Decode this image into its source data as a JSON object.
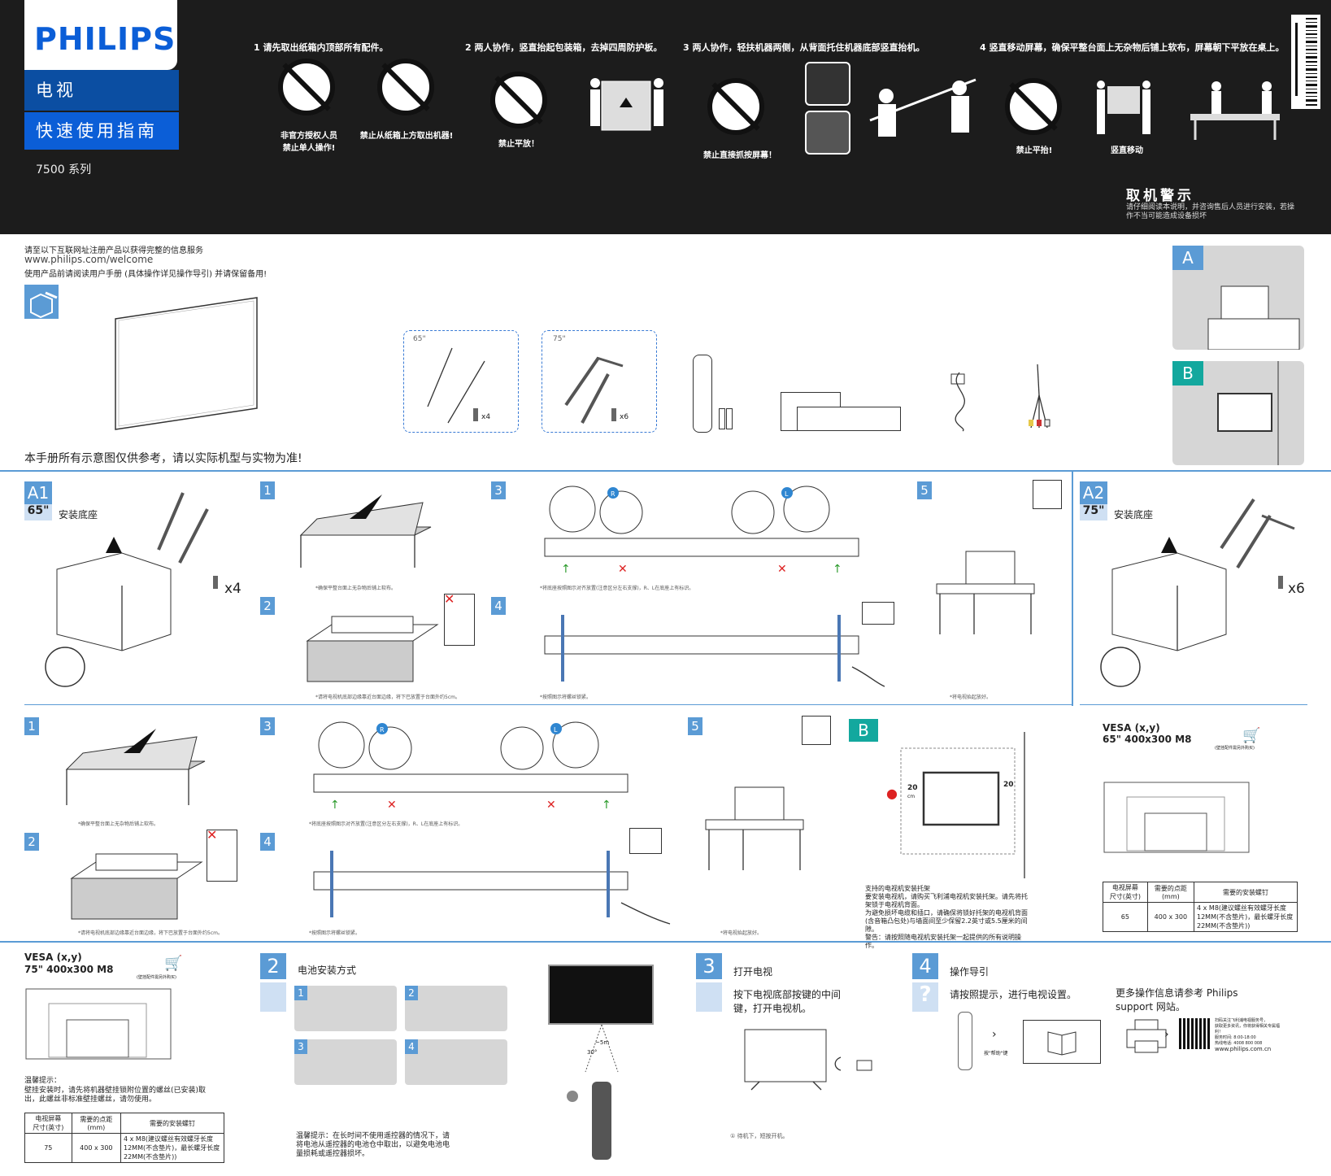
{
  "header": {
    "brand": "PHILIPS",
    "product": "电视",
    "guide_title": "快速使用指南",
    "series": "7500 系列"
  },
  "steps": [
    {
      "title": "1   请先取出纸箱内顶部所有配件。",
      "labels": [
        "非官方授权人员\n禁止单人操作!",
        "禁止从纸箱上方取出机器!"
      ]
    },
    {
      "title": "2   两人协作，竖直抬起包装箱，去掉四周防护板。",
      "labels": [
        "禁止平放！"
      ]
    },
    {
      "title": "3   两人协作，轻扶机器两侧，从背面托住机器底部竖直抬机。",
      "labels": [
        "禁止直接抓按屏幕！"
      ]
    },
    {
      "title": "4   竖直移动屏幕，确保平整台面上无杂物后铺上软布，屏幕朝下平放在桌上。",
      "labels": [
        "禁止平抬!",
        "竖直移动"
      ]
    }
  ],
  "warning": {
    "title": "取机警示",
    "desc": "请仔细阅读本说明，并咨询售后人员进行安装，若操作不当可能造成设备损坏"
  },
  "info": {
    "line1": "请至以下互联网址注册产品以获得完整的信息服务",
    "url": "www.philips.com/welcome",
    "line3": "使用产品前请阅读用户手册 (具体操作详见操作导引) 并请保留备用!",
    "disclaimer": "本手册所有示意图仅供参考，请以实际机型与实物为准!"
  },
  "accessories": {
    "stand65_label": "65\"",
    "stand65_screws": "x4",
    "stand75_label": "75\"",
    "stand75_screws": "x6"
  },
  "options": {
    "a": "A",
    "b": "B"
  },
  "sectionA1": {
    "badge": "A1",
    "size": "65\"",
    "title": "安装底座",
    "screws": "x4",
    "step_nums": [
      "1",
      "2",
      "3",
      "4",
      "5"
    ],
    "captions": [
      "*确保平整台面上无杂物后铺上软布。",
      "*请将电视机底部边缘靠近台面边缘，将下巴放置于台面外约5cm。",
      "*将底座按照图示对齐放置(注意区分左右支撑)，R、L在底座上有标识。",
      "*按照图示将螺丝锁紧。",
      "*将电视抬起放好。"
    ]
  },
  "sectionA2": {
    "badge": "A2",
    "size": "75\"",
    "title": "安装底座",
    "screws": "x6",
    "step_nums": [
      "1",
      "2",
      "3",
      "4",
      "5"
    ],
    "captions": [
      "*确保平整台面上无杂物后铺上软布。",
      "*请将电视机底部边缘靠近台面边缘，将下巴放置于台面外约5cm。",
      "*将底座按照图示对齐放置(注意区分左右支撑)，R、L在底座上有标识。",
      "*按照图示将螺丝锁紧。",
      "*将电视抬起放好。"
    ]
  },
  "sectionB": {
    "badge": "B",
    "dist_left": "20",
    "dist_right": "20",
    "dist_unit": "cm",
    "text": "支持的电视机安装托架\n要安装电视机，请购买飞利浦电视机安装托架。请先将托架锁于电视机背面。\n为避免损坏电缆和插口，请确保将锁好托架的电视机背面(含音箱凸包处)与墙面间至少保留2.2英寸或5.5厘米的间隙。\n警告：请按照随电视机安装托架一起提供的所有说明操作。"
  },
  "vesa65": {
    "title": "VESA (x,y)",
    "spec": "65\" 400x300 M8",
    "note": "(壁挂配件需另外购买)",
    "table_headers": [
      "电视屏幕\n尺寸(英寸)",
      "需要的点距\n(mm)",
      "需要的安装螺钉"
    ],
    "table_row": [
      "65",
      "400 x 300",
      "4 x M8(建议螺丝有效螺牙长度12MM(不含垫片)，最长螺牙长度22MM(不含垫片))"
    ]
  },
  "vesa75": {
    "title": "VESA (x,y)",
    "spec": "75\" 400x300 M8",
    "note": "(壁挂配件需另外购买)",
    "tip_title": "温馨提示：",
    "tip": "壁挂安装时，请先将机器壁挂锁附位置的螺丝(已安装)取出，此螺丝非标准壁挂螺丝，请勿使用。",
    "table_headers": [
      "电视屏幕\n尺寸(英寸)",
      "需要的点距\n(mm)",
      "需要的安装螺钉"
    ],
    "table_row": [
      "75",
      "400 x 300",
      "4 x M8(建议螺丝有效螺牙长度12MM(不含垫片)，最长螺牙长度22MM(不含垫片))"
    ]
  },
  "battery": {
    "num": "2",
    "title": "电池安装方式",
    "sub_nums": [
      "1",
      "2",
      "3",
      "4"
    ],
    "tip": "温馨提示：在长时间不使用遥控器的情况下，请将电池从遥控器的电池仓中取出，以避免电池电量损耗或遥控器损坏。"
  },
  "remote_range": {
    "distance": "~5m",
    "angle": "30°"
  },
  "power": {
    "num": "3",
    "title": "打开电视",
    "desc": "按下电视底部按键的中间键，打开电视机。",
    "caption": "① 待机下，短按开机。"
  },
  "guide": {
    "num": "4",
    "title": "操作导引",
    "desc": "请按照提示，进行电视设置。",
    "help_caption": "按\"帮助\"键",
    "more": "更多操作信息请参考 Philips support 网站。",
    "website": "www.philips.com.cn",
    "qr_text": "扫码关注飞利浦电视服务号，\n获取更多资讯，你将获得相关专属福利！\n服务时间: 8:00-18:00\n热线电话: 4008 800 008"
  }
}
